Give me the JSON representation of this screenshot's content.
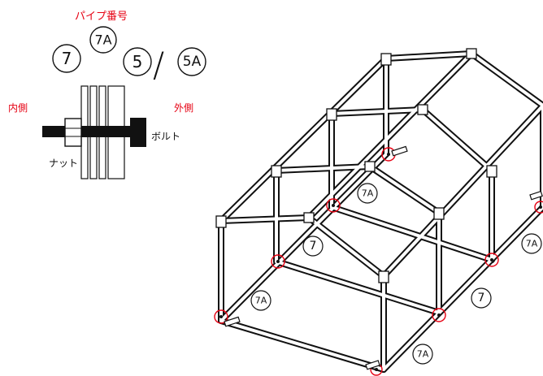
{
  "legend": {
    "title": "パイプ番号",
    "codes": [
      "7",
      "7A",
      "5",
      "5A"
    ],
    "slash": "/"
  },
  "bolt_detail": {
    "inner_label": "内側",
    "outer_label": "外側",
    "nut_label": "ナット",
    "bolt_label": "ボルト"
  },
  "frame_callouts": [
    {
      "id": "callout-7a-top",
      "code": "7A"
    },
    {
      "id": "callout-7-left",
      "code": "7"
    },
    {
      "id": "callout-7a-bottom-left",
      "code": "7A"
    },
    {
      "id": "callout-7a-right",
      "code": "7A"
    },
    {
      "id": "callout-7-right",
      "code": "7"
    },
    {
      "id": "callout-7a-bottom-right",
      "code": "7A"
    }
  ],
  "colors": {
    "accent_red": "#e60012",
    "line": "#111111",
    "background": "#ffffff"
  }
}
